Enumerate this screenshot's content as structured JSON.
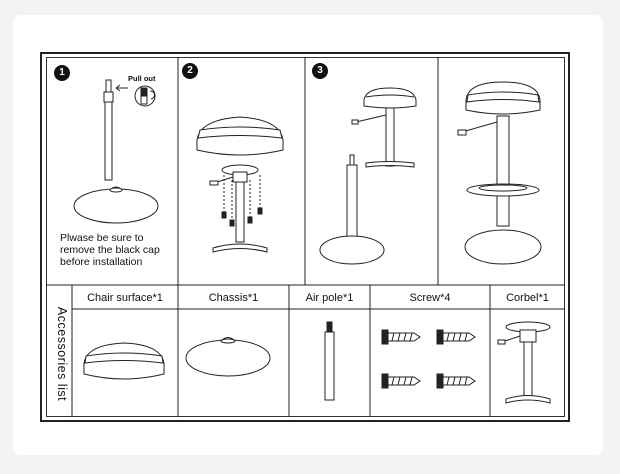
{
  "steps": [
    {
      "number": "1",
      "note": "Plwase be sure to remove the black cap before installation",
      "callout": "Pull out"
    },
    {
      "number": "2"
    },
    {
      "number": "3"
    }
  ],
  "accessories": {
    "title": "Accessories list",
    "items": [
      {
        "label": "Chair surface*1"
      },
      {
        "label": "Chassis*1"
      },
      {
        "label": "Air pole*1"
      },
      {
        "label": "Screw*4"
      },
      {
        "label": "Corbel*1"
      }
    ]
  }
}
